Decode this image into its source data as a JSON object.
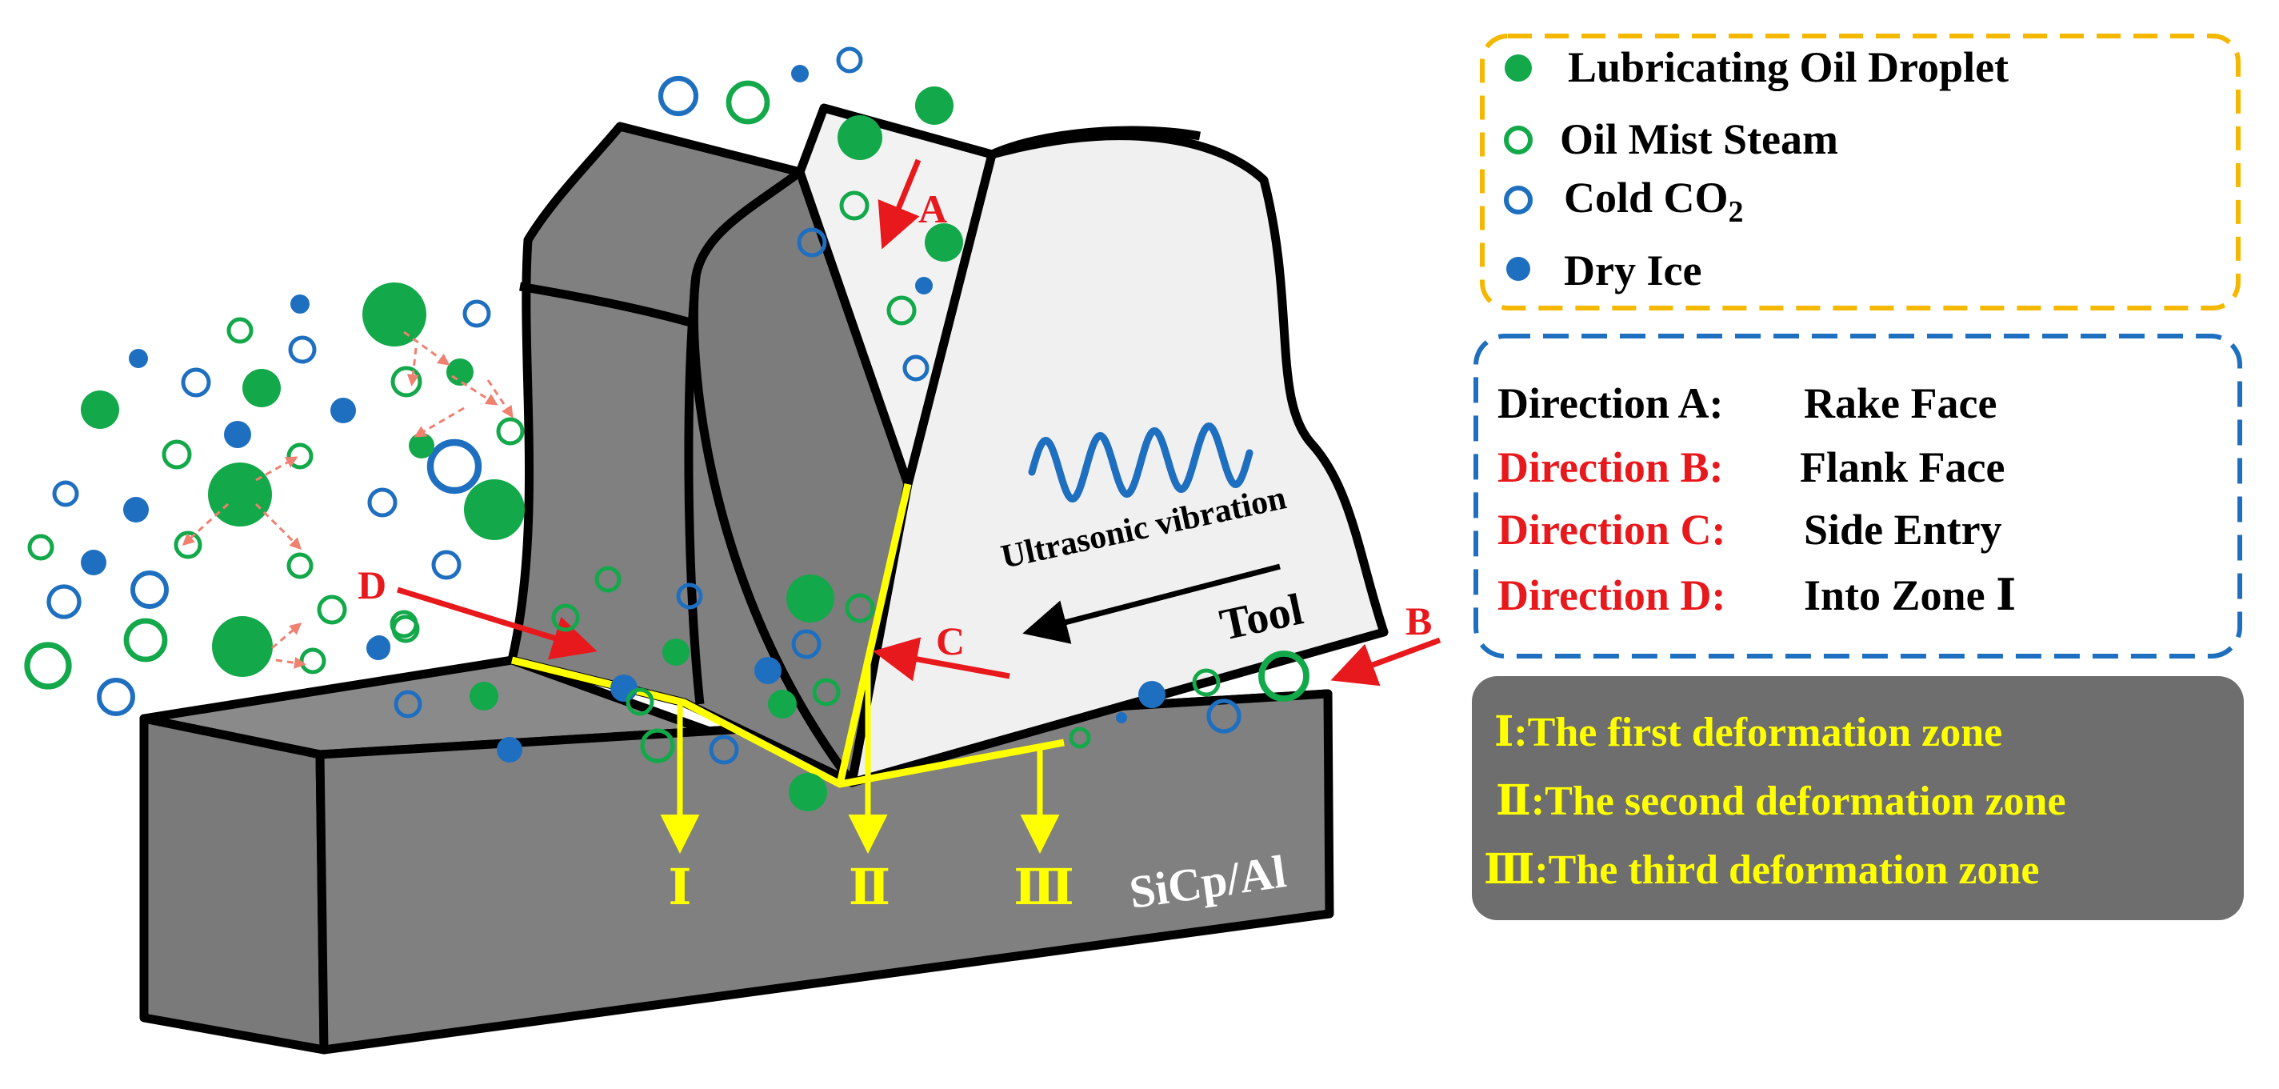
{
  "legend": {
    "items": [
      {
        "label": "Lubricating Oil Droplet",
        "marker": "filled-circle",
        "color": "#13a84a"
      },
      {
        "label": "Oil Mist Steam",
        "marker": "hollow-circle",
        "color": "#13a84a"
      },
      {
        "label": "Cold CO",
        "subscript": "2",
        "marker": "hollow-circle",
        "color": "#1f6fc0"
      },
      {
        "label": "Dry Ice",
        "marker": "filled-circle",
        "color": "#1f6fc0"
      }
    ]
  },
  "directions": {
    "items": [
      {
        "label": "Direction A:",
        "value": "Rake Face",
        "label_color": "#000000"
      },
      {
        "label": "Direction B:",
        "value": "Flank Face",
        "label_color": "#e8191c"
      },
      {
        "label": "Direction C:",
        "value": "Side Entry",
        "label_color": "#e8191c"
      },
      {
        "label": "Direction D:",
        "value": "Into Zone Ⅰ",
        "label_color": "#e8191c"
      }
    ]
  },
  "zones": {
    "items": [
      {
        "numeral": "Ⅰ",
        "label": ":The first deformation zone"
      },
      {
        "numeral": "Ⅱ",
        "label": ":The second deformation zone"
      },
      {
        "numeral": "Ⅲ",
        "label": ":The third deformation zone"
      }
    ]
  },
  "diagram": {
    "arrow_a": "A",
    "arrow_b": "B",
    "arrow_c": "C",
    "arrow_d": "D",
    "vibration_label": "Ultrasonic vibration",
    "tool_label": "Tool",
    "workpiece_label": "SiCp/Al",
    "zone_marks": [
      "Ⅰ",
      "Ⅱ",
      "Ⅲ"
    ]
  },
  "colors": {
    "oil": "#13a84a",
    "co2": "#1f6fc0",
    "red": "#e8191c",
    "yellow": "#ffff00",
    "legend_border": "#f5b800",
    "direction_border": "#1f6fc0",
    "zone_box": "#6e6e6e",
    "workpiece": "#7f7f7f",
    "tool": "#f0f0f0"
  }
}
